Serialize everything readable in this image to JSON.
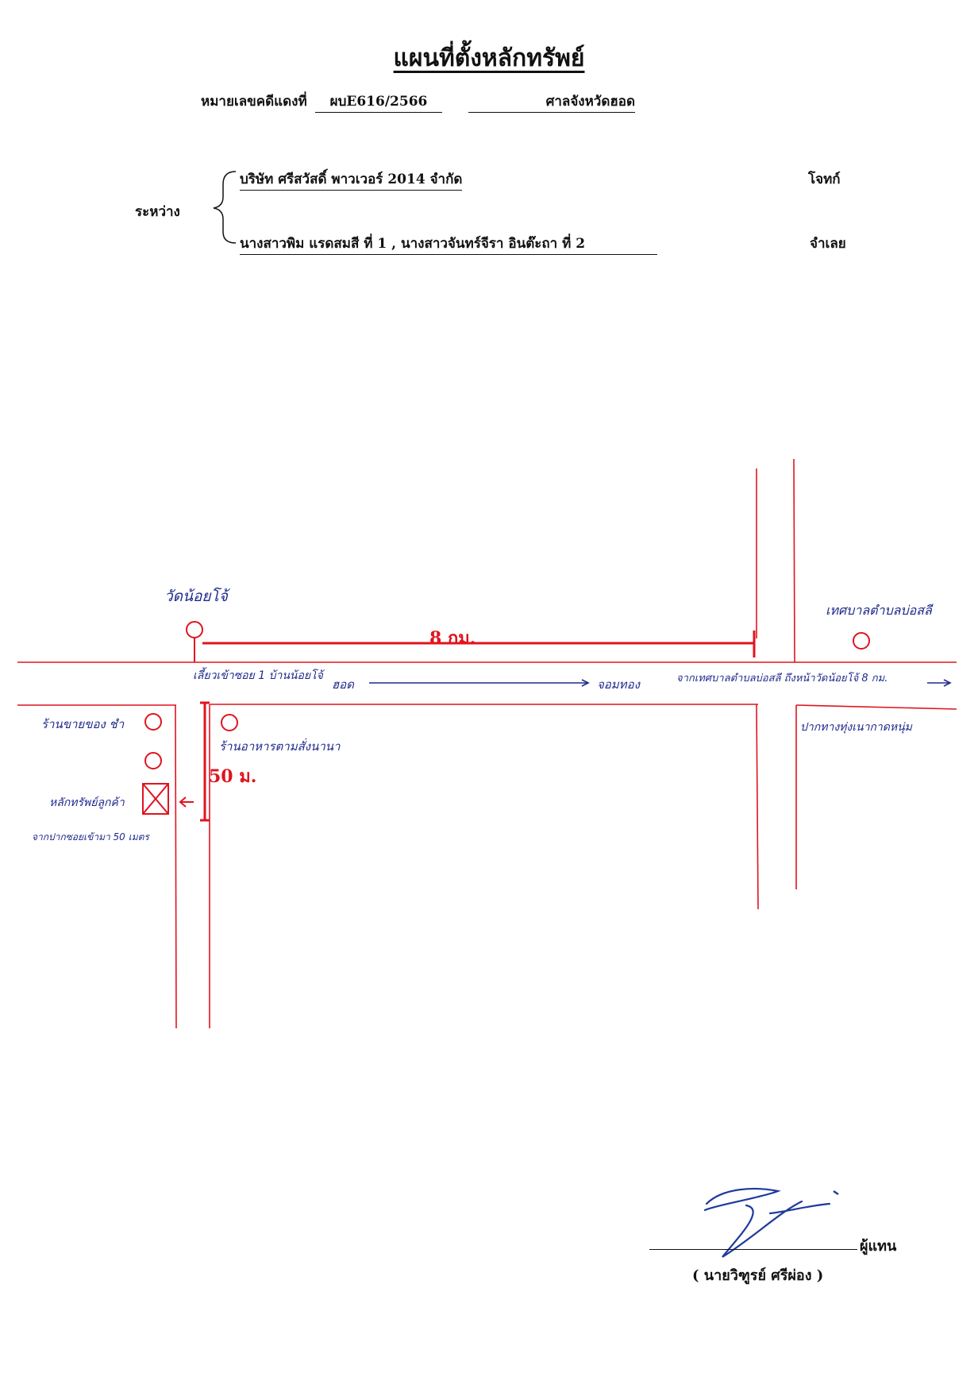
{
  "title": "แผนที่ตั้งหลักทรัพย์",
  "case": {
    "label": "หมายเลขคดีแดงที่",
    "number": "ผบE616/2566",
    "court": "ศาลจังหวัดฮอด"
  },
  "parties": {
    "between_label": "ระหว่าง",
    "plaintiff": "บริษัท ศรีสวัสดิ์ พาวเวอร์ 2014 จำกัด",
    "plaintiff_role": "โจทก์",
    "defendant": "นางสาวพิม แรดสมสี ที่ 1 , นางสาวจันทร์จีรา อินต๊ะถา ที่ 2",
    "defendant_role": "จำเลย"
  },
  "map": {
    "distance_main": "8 กม.",
    "distance_soi": "50 ม.",
    "labels": {
      "temple": "วัดน้อยโจ้",
      "municipality": "เทศบาลตำบลบ่อสลี",
      "turn_soi": "เลี้ยวเข้าซอย 1 บ้านน้อยโจ้",
      "hod": "ฮอด",
      "chom_thong": "จอมทอง",
      "from_municipality": "จากเทศบาลตำบลบ่อสลี ถึงหน้าวัดน้อยโจ้ 8 กม.",
      "shop_grocery": "ร้านขายของ ชำ",
      "restaurant": "ร้านอาหารตามสั่งนานา",
      "road_junction": "ปากทางทุ่งเนากาดหนุ่ม",
      "property": "หลักทรัพย์ลูกค้า",
      "property_note": "จากปากซอยเข้ามา 50 เมตร"
    },
    "colors": {
      "road": "#e0141f",
      "handwriting": "#1f2a8c"
    }
  },
  "signature": {
    "role": "ผู้แทน",
    "name": "( นายวิฑูรย์ ศรีผ่อง )"
  }
}
